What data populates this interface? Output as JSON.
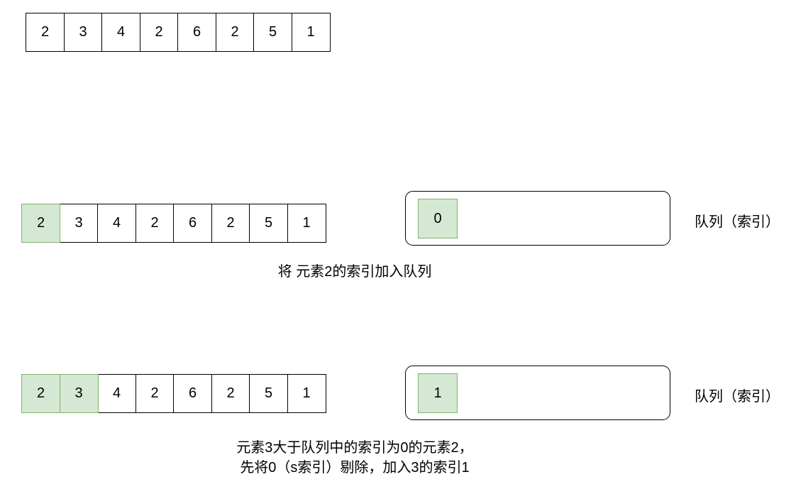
{
  "array": [
    "2",
    "3",
    "4",
    "2",
    "6",
    "2",
    "5",
    "1"
  ],
  "steps": [
    {
      "highlight_count": 0
    },
    {
      "highlight_count": 1,
      "queue_items": [
        "0"
      ],
      "queue_label": "队列（索引）",
      "caption_lines": [
        "将 元素2的索引加入队列"
      ]
    },
    {
      "highlight_count": 2,
      "queue_items": [
        "1"
      ],
      "queue_label": "队列（索引）",
      "caption_lines": [
        "元素3大于队列中的索引为0的元素2，",
        "先将0（s索引）剔除，加入3的索引1"
      ]
    }
  ],
  "colors": {
    "highlight_fill": "#d5e8d4",
    "highlight_border": "#82b366",
    "line": "#000000"
  }
}
